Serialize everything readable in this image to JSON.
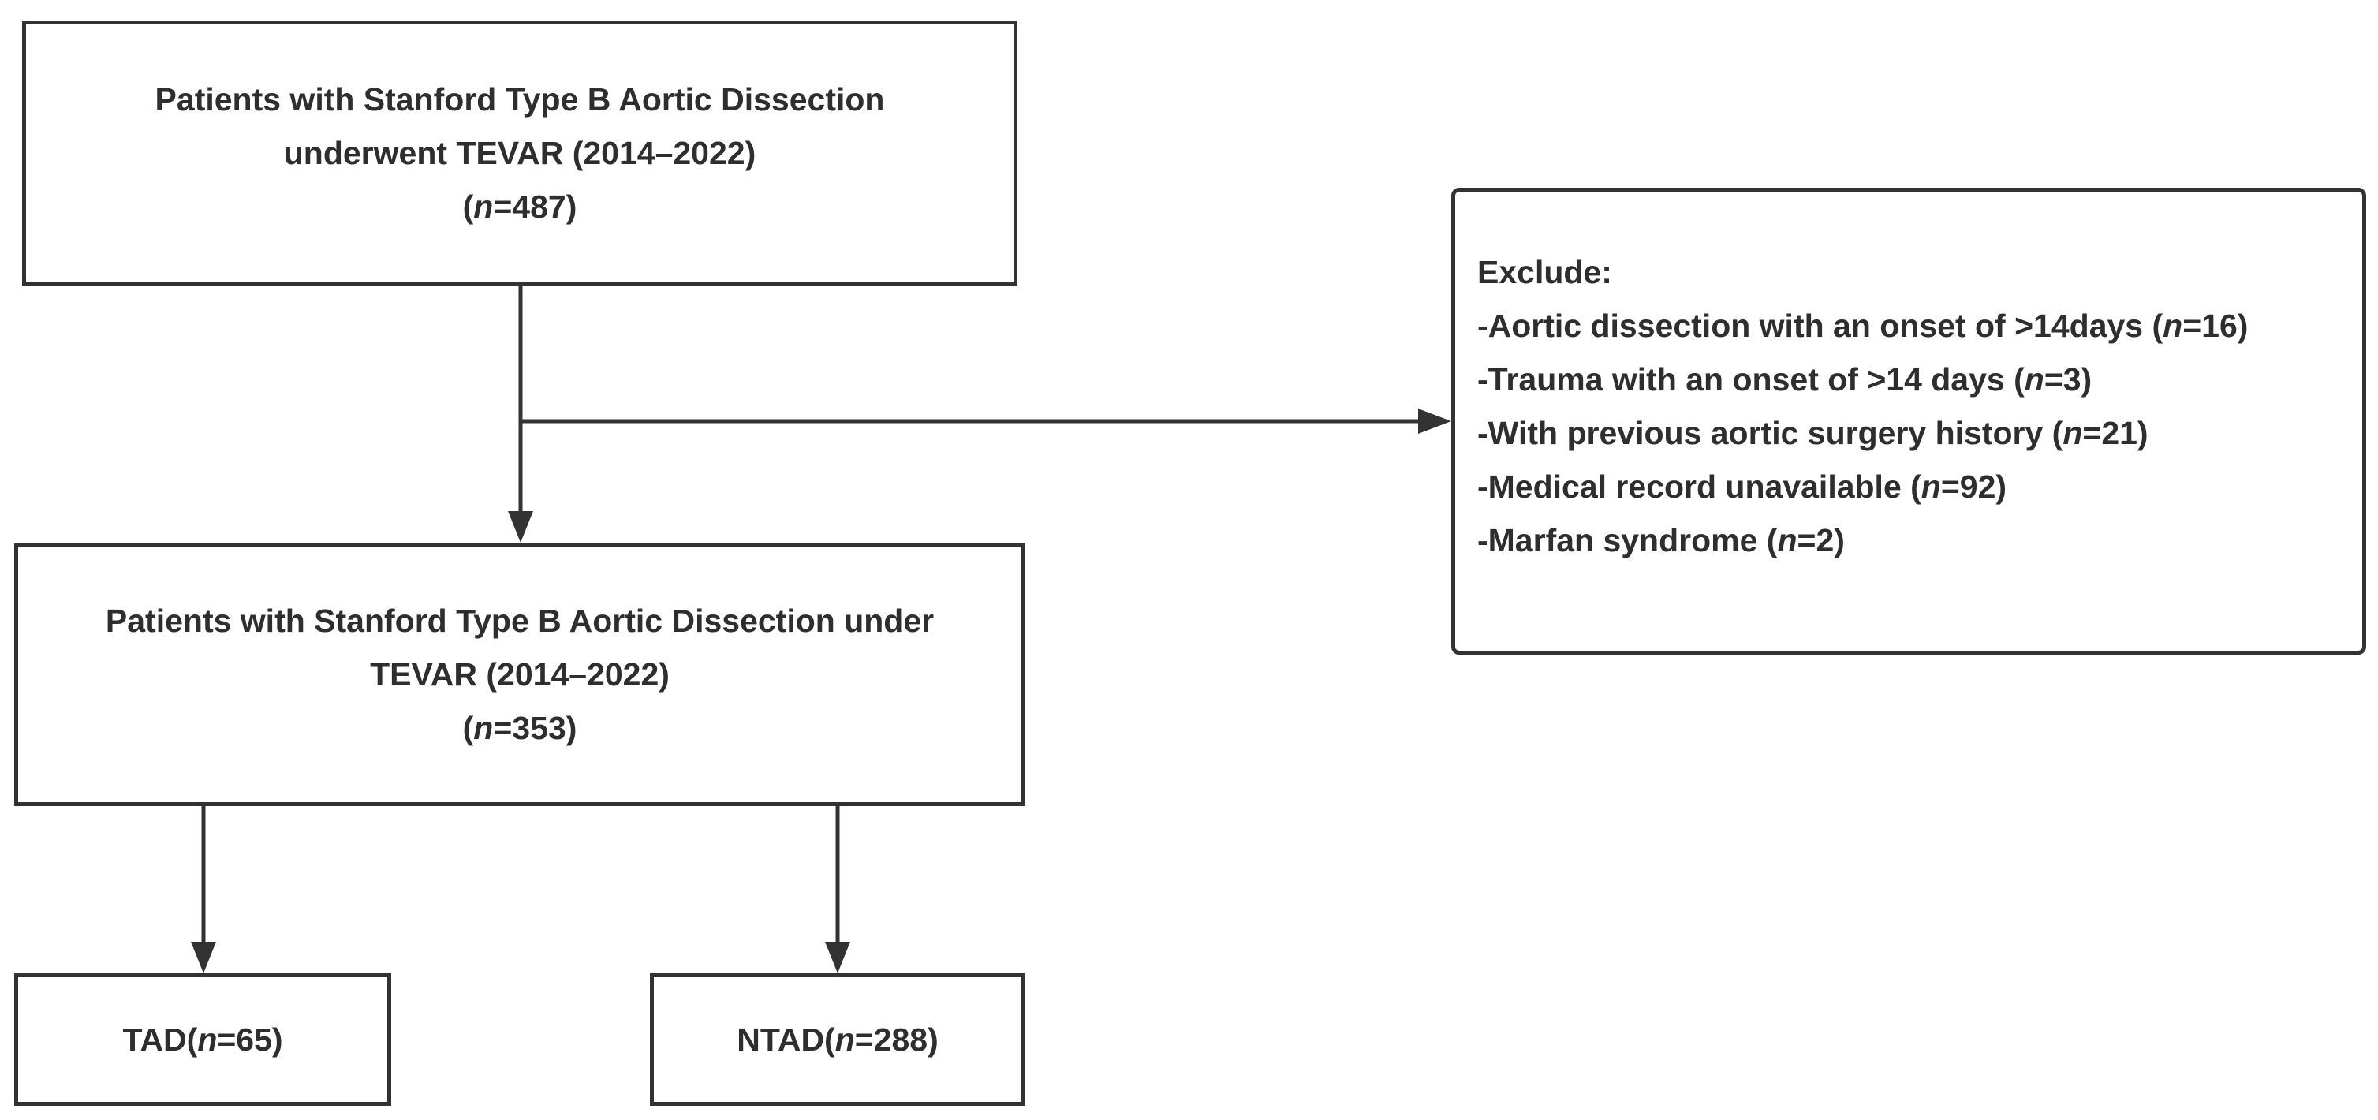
{
  "boxes": {
    "initial": {
      "line1": "Patients with Stanford Type B Aortic Dissection",
      "line2": "underwent TEVAR (2014–2022)",
      "count_prefix": "(",
      "count_var": "n",
      "count_value": "=487)"
    },
    "included": {
      "line1": "Patients with Stanford Type B Aortic Dissection under",
      "line2": "TEVAR (2014–2022)",
      "count_prefix": "(",
      "count_var": "n",
      "count_value": "=353)"
    },
    "tad": {
      "label": "TAD(",
      "var": "n",
      "value": "=65)"
    },
    "ntad": {
      "label": "NTAD(",
      "var": "n",
      "value": "=288)"
    }
  },
  "exclusion": {
    "title": "Exclude:",
    "items": [
      {
        "text": "-Aortic dissection with an onset of >14days (",
        "var": "n",
        "value": "=16)"
      },
      {
        "text": "-Trauma with an onset of >14 days (",
        "var": "n",
        "value": "=3)"
      },
      {
        "text": "-With previous aortic surgery history (",
        "var": "n",
        "value": "=21)"
      },
      {
        "text": "-Medical record unavailable (",
        "var": "n",
        "value": "=92)"
      },
      {
        "text": "-Marfan syndrome (",
        "var": "n",
        "value": "=2)"
      }
    ]
  },
  "colors": {
    "stroke": "#333333",
    "text": "#2e2e2e",
    "background": "#ffffff"
  }
}
